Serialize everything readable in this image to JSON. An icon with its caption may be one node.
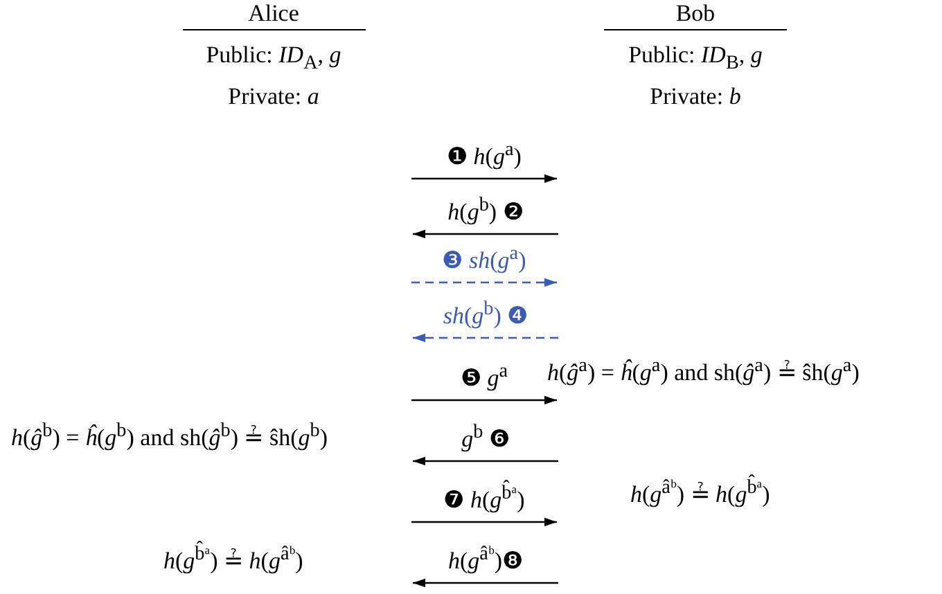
{
  "diagram": {
    "nodes": [
      {
        "text": [
          "Alice",
          "Public: *ID*$_{A}$, *g*",
          "Private: *a*"
        ]
      },
      {
        "text": [
          "Bob",
          "Public: *ID*$_{B}$, *g*",
          "Private: *b*"
        ]
      }
    ],
    "edges": [
      {
        "from": 0,
        "to": 1,
        "arrow": "to",
        "label": "❶ *h*(*g*$^{a}$)"
      },
      {
        "from": 1,
        "to": 0,
        "arrow": "to",
        "label": "*h*(*g*$^{b}$) ❷"
      },
      {
        "from": 0,
        "to": 1,
        "arrow": "to",
        "label": "❸ *sh*(*g*$^{a}$)",
        "style": "dashed",
        "color": "#3a5cb8"
      },
      {
        "from": 1,
        "to": 0,
        "arrow": "to",
        "label": "*sh*(*g*$^{b}$) ❹",
        "style": "dashed",
        "color": "#3a5cb8"
      },
      {
        "from": 0,
        "to": 1,
        "arrow": "to",
        "label": "❺  *g*$^{a}$"
      },
      {
        "from": 1,
        "to": 0,
        "arrow": "to",
        "label": "*g*$^{b}$    ❻"
      },
      {
        "from": 0,
        "to": 1,
        "arrow": "to",
        "label": "❼ *h*(*g*$^{b̂ᵃ}$)"
      },
      {
        "from": 1,
        "to": 0,
        "arrow": "to",
        "label": "*h*(*g*$^{âᵇ}$)❽"
      }
    ],
    "labels": [
      "*h*(*ĝ*$^{a}$) = *ĥ*(*g*$^{a}$) and sh(*ĝ*$^{a}$) ≟ ŝh(*g*$^{a}$)",
      "*h*(*ĝ*$^{b}$) = *ĥ*(*g*$^{b}$) and sh(*ĝ*$^{b}$) ≟ ŝh(*g*$^{b}$)",
      "*h*(*g*$^{âᵇ}$) ≟ *h*(*g*$^{b̂ᵃ}$)",
      "*h*(*g*$^{b̂ᵃ}$) ≟ *h*(*g*$^{âᵇ}$)"
    ]
  }
}
